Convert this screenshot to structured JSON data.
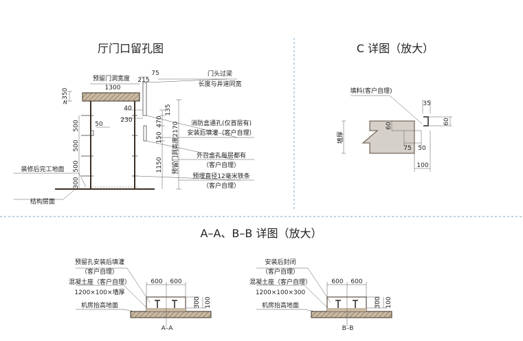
{
  "door_opening": {
    "title": "厅门口留孔图",
    "dims": {
      "width_label": "预留门洞宽度",
      "width": "1300",
      "side": "215",
      "beam_w": "75",
      "beam_h": "≥350",
      "d40": "40",
      "d230": "230",
      "d50": "50",
      "d135": "135",
      "d470": "470",
      "d150": "150",
      "d1150": "1150",
      "height_label": "预留门洞高度2170",
      "v500a": "500",
      "v500b": "500",
      "v500c": "500",
      "v300": "300"
    },
    "labels": {
      "lintel_1": "门头过梁",
      "lintel_2": "长度与井道同宽",
      "fire_1": "消防盒通孔(仅首层有)",
      "fire_2": "安装后填灌（客户自理）",
      "call_1": "外召盒孔每层都有",
      "call_2": "（客户自理）",
      "rebar_1": "预埋直径12毫米铁条",
      "rebar_2": "（客户自理）",
      "finish_floor": "装修后完工地面",
      "struct_floor": "结构层面"
    }
  },
  "c_detail": {
    "title": "C 详图（放大）",
    "fill_label": "填料(客户自理)",
    "wall_label": "墙厚",
    "dims": {
      "d35": "35",
      "d60a": "60",
      "d60b": "60",
      "d75": "75",
      "d50": "50",
      "d100": "100"
    }
  },
  "ab_detail": {
    "title": "A–A、B–B 详图（放大）",
    "aa": {
      "note_1": "预留孔安装后填灌",
      "note_2": "（客户自理）",
      "base_1": "混凝土座（客户自理）",
      "base_2": "1200×100×墙厚",
      "floor": "机房抬高地面",
      "w1": "600",
      "w2": "600",
      "h300": "300",
      "h100": "100",
      "section": "A–A"
    },
    "bb": {
      "note_1": "安装后封闭",
      "note_2": "（客户自理）",
      "base_1": "混凝土座（客户自理）",
      "base_2": "1200×100×300",
      "floor": "机房抬高地面",
      "w1": "600",
      "w2": "600",
      "h300": "300",
      "h100": "100",
      "section": "B–B"
    }
  }
}
